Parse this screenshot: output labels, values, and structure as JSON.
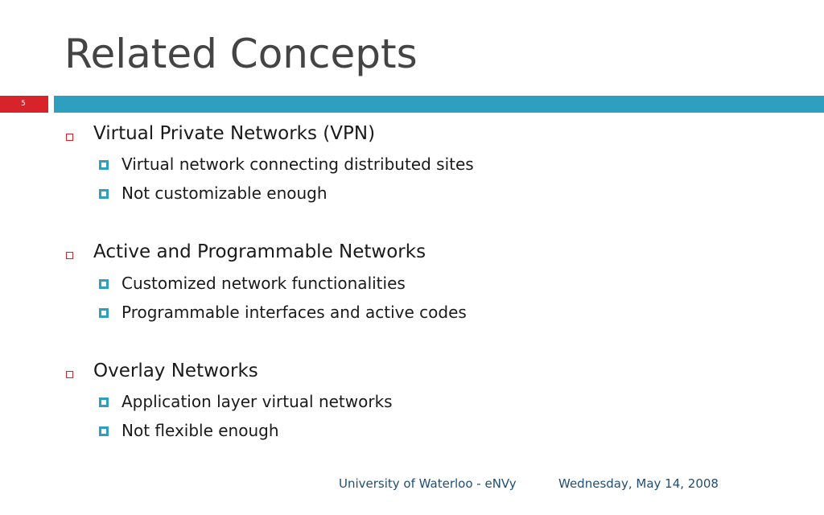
{
  "slide": {
    "title": "Related Concepts",
    "number": "5",
    "colors": {
      "accent_red": "#d8232a",
      "accent_blue": "#2e9fbf",
      "title_gray": "#444444",
      "footer_blue": "#1f4e79"
    },
    "sections": [
      {
        "heading": "Virtual Private Networks (VPN)",
        "items": [
          "Virtual network connecting distributed sites",
          "Not customizable enough"
        ]
      },
      {
        "heading": "Active and Programmable Networks",
        "items": [
          "Customized network functionalities",
          "Programmable interfaces and active codes"
        ]
      },
      {
        "heading": "Overlay Networks",
        "items": [
          "Application layer virtual networks",
          "Not flexible enough"
        ]
      }
    ],
    "footer": {
      "left": "University of Waterloo - eNVy",
      "right": "Wednesday, May 14, 2008"
    }
  }
}
